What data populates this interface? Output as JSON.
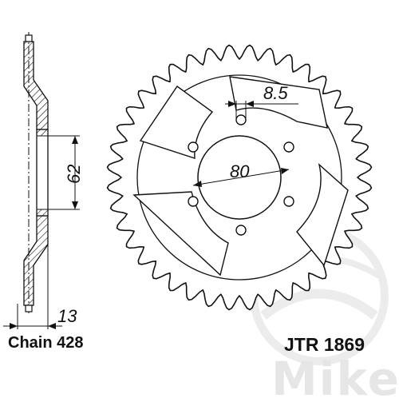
{
  "drawing": {
    "tooth_count": 40,
    "dimensions": {
      "hole_diameter": "8.5",
      "bolt_circle_diameter": "80",
      "hub_width": "62",
      "sprocket_thickness": "13"
    }
  },
  "captions": {
    "chain": "Chain 428",
    "part_number": "JTR 1869"
  },
  "watermark": {
    "brand": "Mike",
    "color": "#e6e6e6"
  },
  "colors": {
    "line": "#111111",
    "background": "#ffffff"
  }
}
